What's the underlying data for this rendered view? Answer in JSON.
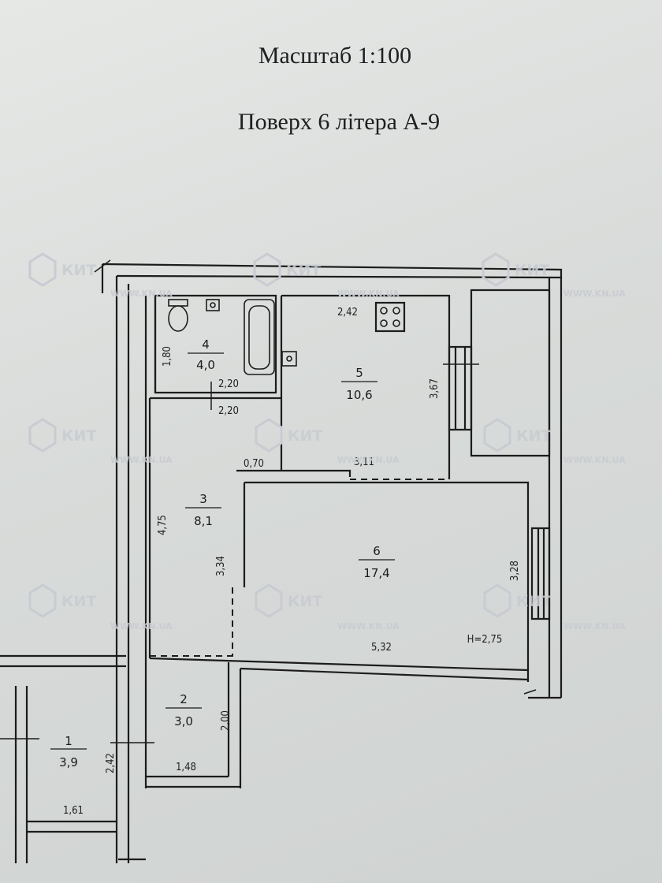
{
  "header": {
    "scale": "Масштаб 1:100",
    "floor": "Поверх 6 літера А-9"
  },
  "rooms": [
    {
      "number": "1",
      "area": "3,9"
    },
    {
      "number": "2",
      "area": "3,0"
    },
    {
      "number": "3",
      "area": "8,1"
    },
    {
      "number": "4",
      "area": "4,0"
    },
    {
      "number": "5",
      "area": "10,6"
    },
    {
      "number": "6",
      "area": "17,4"
    }
  ],
  "dimensions": {
    "d_180": "1,80",
    "d_220a": "2,20",
    "d_220b": "2,20",
    "d_242k": "2,42",
    "d_367": "3,67",
    "d_070": "0,70",
    "d_311": "3,11",
    "d_475": "4,75",
    "d_334": "3,34",
    "d_328": "3,28",
    "d_532": "5,32",
    "d_200": "2,00",
    "d_148": "1,48",
    "d_242h": "2,42",
    "d_161": "1,61"
  },
  "ceiling_height": "H=2,75",
  "watermark": {
    "brand": "КИТ",
    "url": "WWW.KN.UA"
  }
}
